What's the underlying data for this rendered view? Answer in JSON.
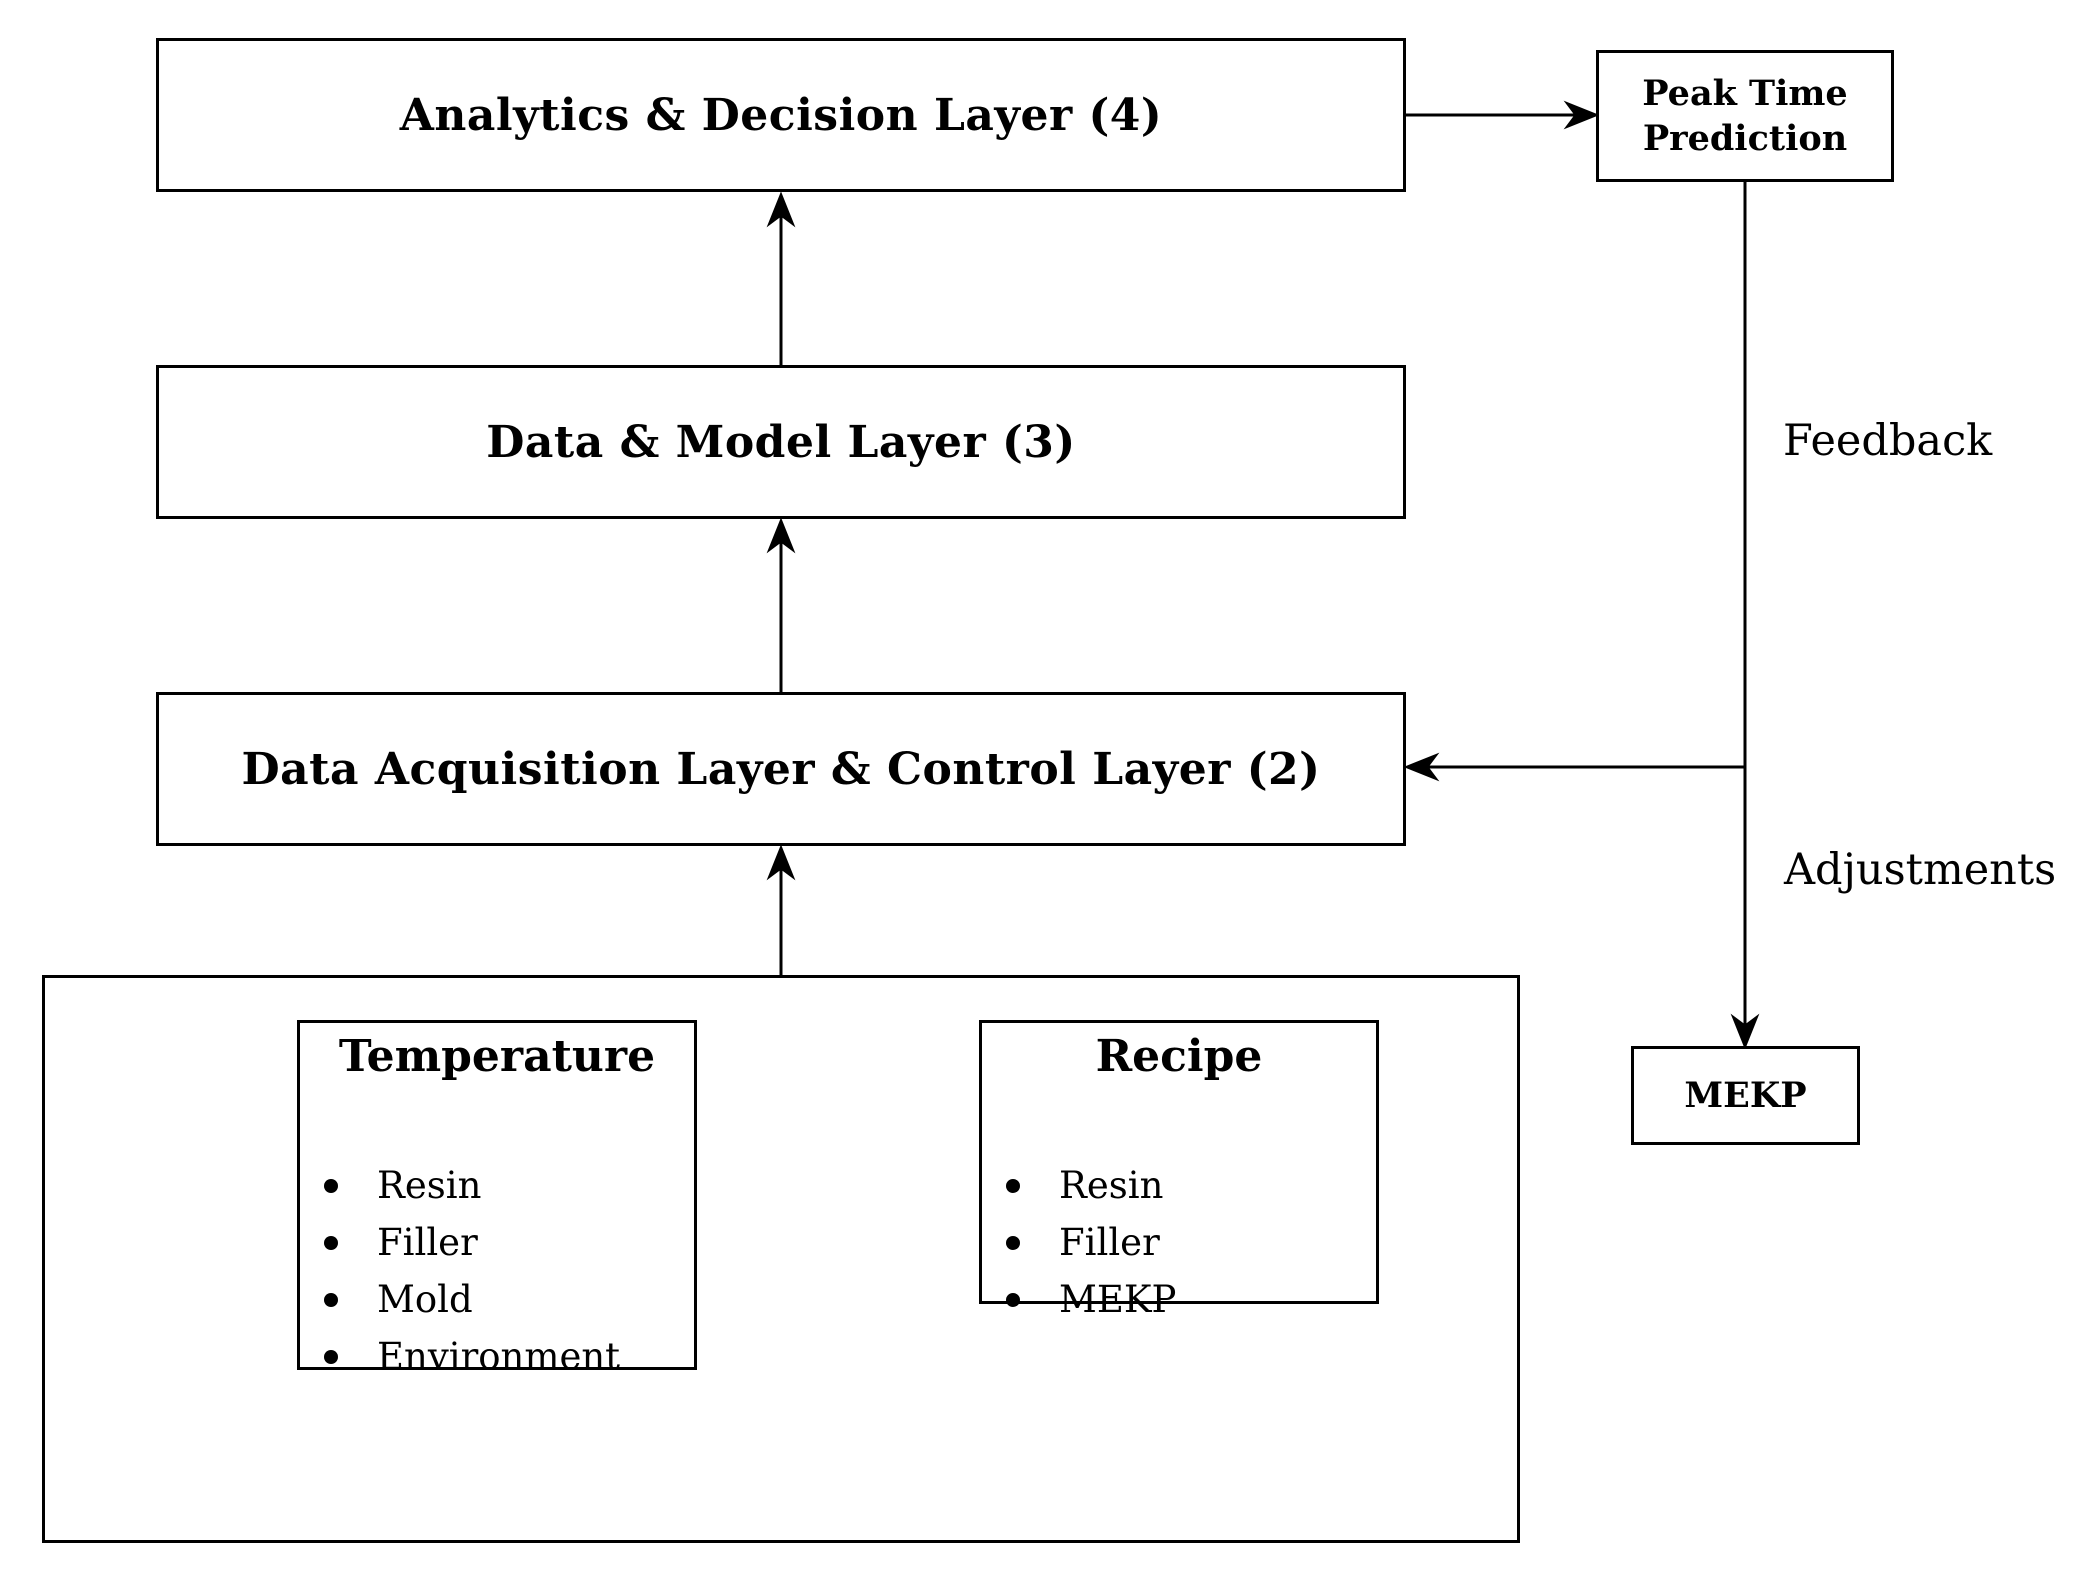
{
  "layers": {
    "analytics": "Analytics & Decision Layer (4)",
    "data_model": "Data & Model Layer (3)",
    "acquisition": "Data Acquisition Layer & Control Layer (2)"
  },
  "peak_time": {
    "line1": "Peak Time",
    "line2": "Prediction"
  },
  "mekp_box": "MEKP",
  "feedback_label": "Feedback",
  "adjustments_label": "Adjustments",
  "temperature": {
    "title": "Temperature",
    "items": [
      "Resin",
      "Filler",
      "Mold",
      "Environment"
    ]
  },
  "recipe": {
    "title": "Recipe",
    "items": [
      "Resin",
      "Filler",
      "MEKP"
    ]
  }
}
